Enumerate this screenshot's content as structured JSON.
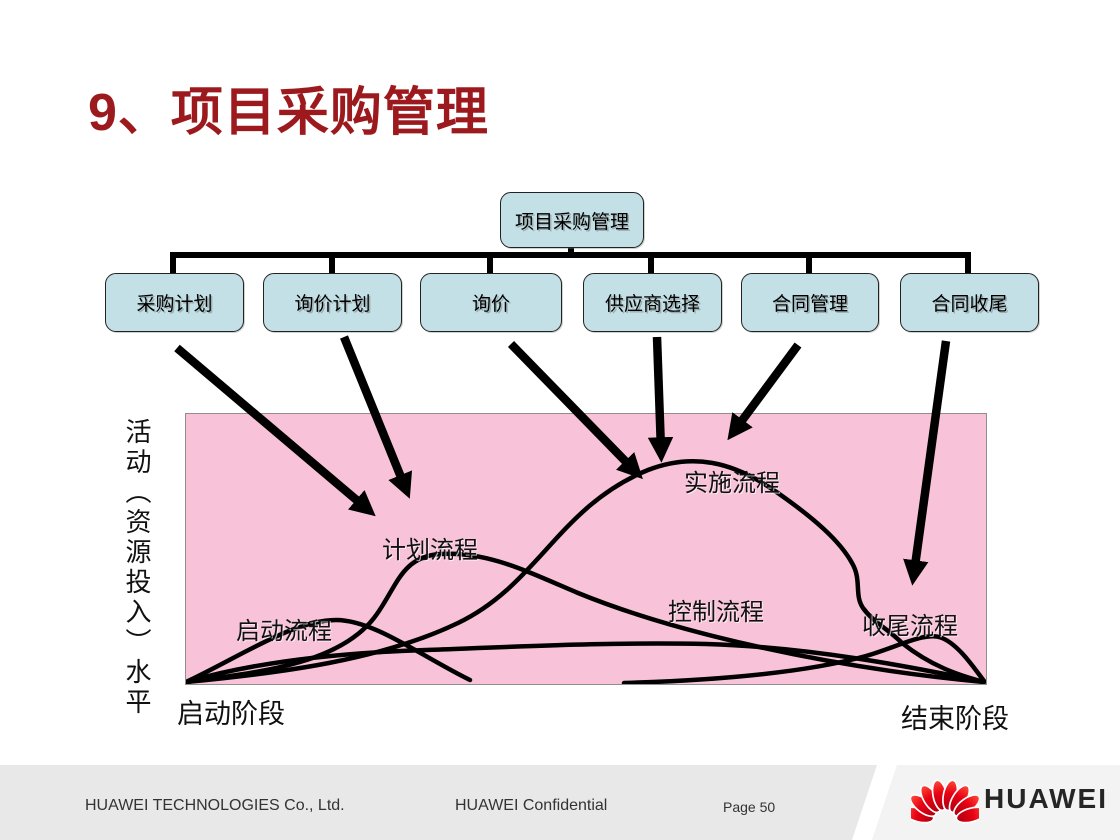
{
  "title": "9、项目采购管理",
  "org_chart": {
    "root": "项目采购管理",
    "children": [
      "采购计划",
      "询价计划",
      "询价",
      "供应商选择",
      "合同管理",
      "合同收尾"
    ]
  },
  "activity_chart": {
    "y_axis_label": "活动（资源投入）水平",
    "x_axis_start": "启动阶段",
    "x_axis_end": "结束阶段",
    "curves": [
      "启动流程",
      "计划流程",
      "实施流程",
      "控制流程",
      "收尾流程"
    ]
  },
  "footer": {
    "company": "HUAWEI TECHNOLOGIES Co., Ltd.",
    "confidential": "HUAWEI Confidential",
    "page": "Page 50",
    "logo_text": "HUAWEI"
  },
  "colors": {
    "title_red": "#9C1A1E",
    "node_fill": "#C2E0E6",
    "activity_pink": "#F8C3D9",
    "footer_gray": "#E8E8E8",
    "logo_red": "#E60012"
  }
}
